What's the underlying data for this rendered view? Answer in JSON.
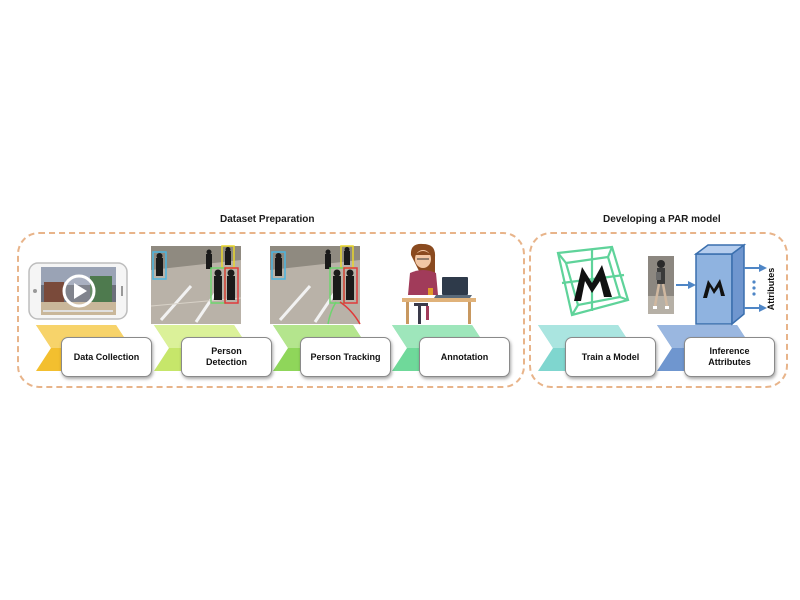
{
  "sections": {
    "dataset_preparation_title": "Dataset Preparation",
    "par_model_title": "Developing a PAR model"
  },
  "stages": {
    "data_collection": "Data Collection",
    "person_detection": "Person\nDetection",
    "person_tracking": "Person Tracking",
    "annotation": "Annotation",
    "train_model": "Train a Model",
    "inference_attributes": "Inference\nAttributes"
  },
  "outputs": {
    "attributes_label": "Attributes"
  },
  "colors": {
    "dashed_border": "#e8b48a",
    "chevron_yellow": "#f3bf2f",
    "chevron_lightgreen": "#c6e66a",
    "chevron_green": "#8fd65a",
    "chevron_mint": "#6fd99a",
    "chevron_teal": "#7fd6cf",
    "chevron_blue": "#6f96cf",
    "box_red": "#e03a3a",
    "box_yellow": "#e8d62a",
    "box_cyan": "#4ab4e0",
    "box_green": "#6fd46f",
    "cube_blue": "#8fb3e0",
    "arrow_blue": "#4f86c6"
  },
  "icons": [
    "phone-video-icon",
    "person-detection-image",
    "person-tracking-image",
    "annotator-illustration",
    "model-logo-icon",
    "pedestrian-image",
    "model-cube-icon"
  ]
}
